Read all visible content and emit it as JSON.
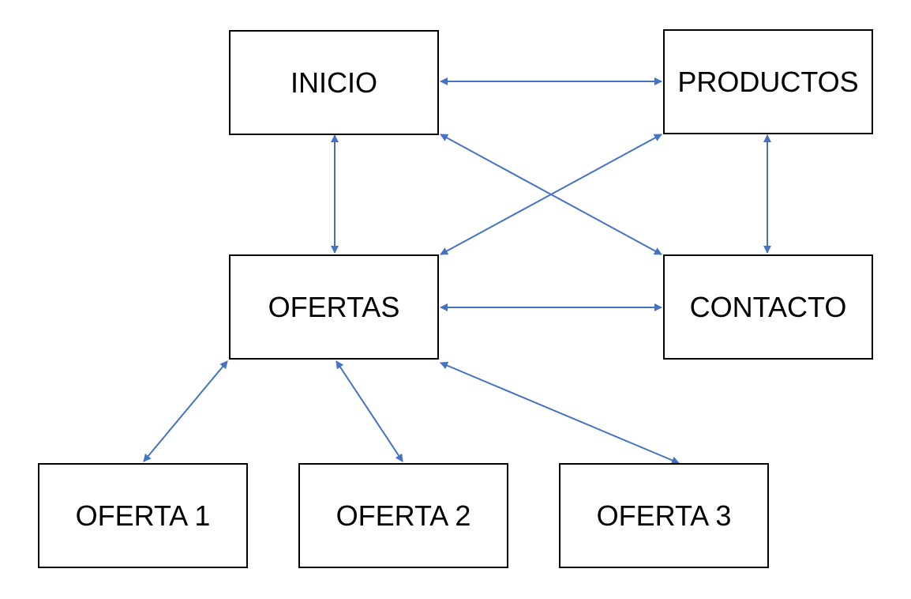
{
  "diagram": {
    "nodes": {
      "inicio": "INICIO",
      "productos": "PRODUCTOS",
      "ofertas": "OFERTAS",
      "contacto": "CONTACTO",
      "oferta1": "OFERTA 1",
      "oferta2": "OFERTA 2",
      "oferta3": "OFERTA 3"
    },
    "edges": [
      {
        "from": "inicio",
        "to": "productos",
        "direction": "both"
      },
      {
        "from": "inicio",
        "to": "ofertas",
        "direction": "both"
      },
      {
        "from": "inicio",
        "to": "contacto",
        "direction": "both"
      },
      {
        "from": "productos",
        "to": "ofertas",
        "direction": "both"
      },
      {
        "from": "productos",
        "to": "contacto",
        "direction": "both"
      },
      {
        "from": "ofertas",
        "to": "contacto",
        "direction": "both"
      },
      {
        "from": "ofertas",
        "to": "oferta1",
        "direction": "both"
      },
      {
        "from": "ofertas",
        "to": "oferta2",
        "direction": "both"
      },
      {
        "from": "ofertas",
        "to": "oferta3",
        "direction": "both"
      }
    ],
    "colors": {
      "edge": "#4472C4",
      "box_border": "#000000",
      "text": "#000000"
    }
  }
}
